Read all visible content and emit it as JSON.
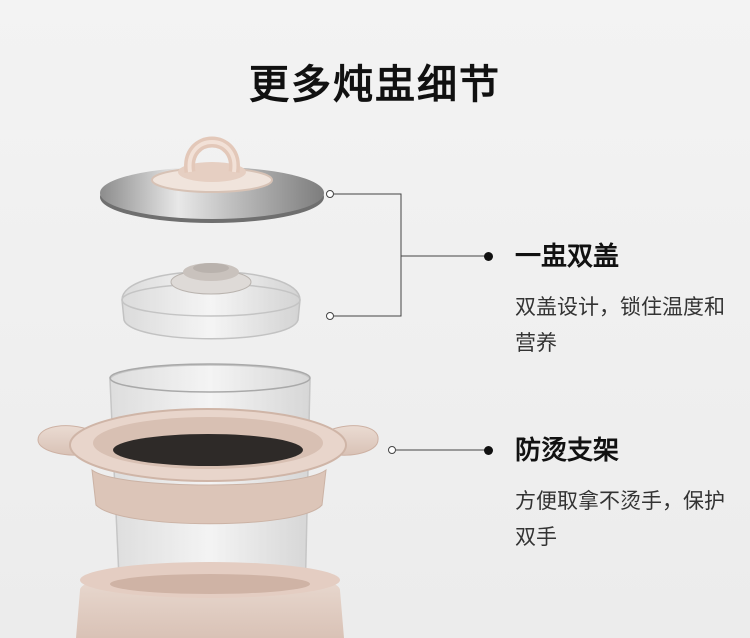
{
  "page": {
    "title": "更多炖盅细节"
  },
  "features": [
    {
      "title": "一盅双盖",
      "desc": "双盖设计，锁住温度和营养"
    },
    {
      "title": "防烫支架",
      "desc": "方便取拿不烫手，保护双手"
    }
  ],
  "colors": {
    "background": "#f0f0f0",
    "accent_pink": "#e9d3c9",
    "text": "#111111"
  }
}
